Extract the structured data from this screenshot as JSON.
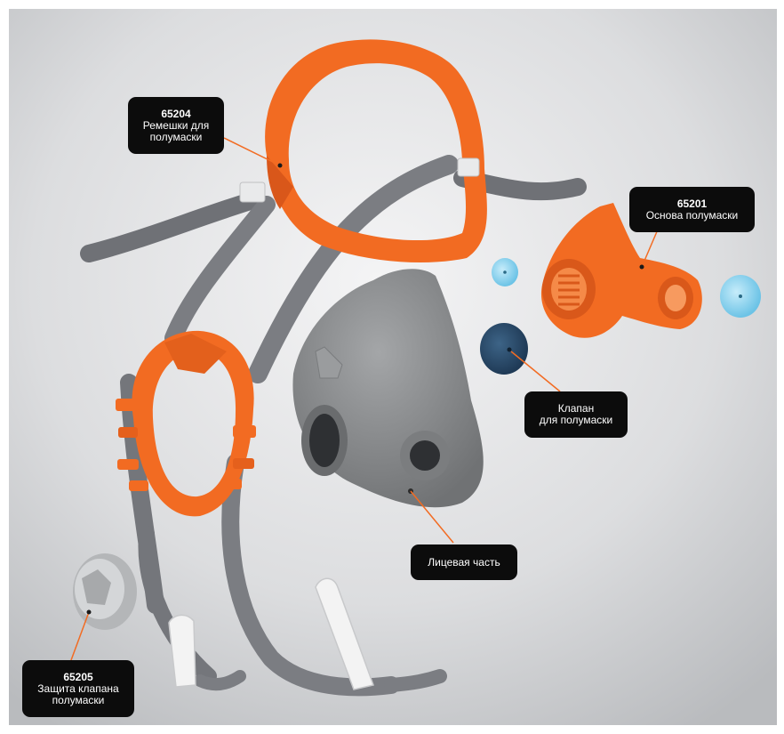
{
  "labels": {
    "straps": {
      "code": "65204",
      "line1": "Ремешки для",
      "line2": "полумаски"
    },
    "base": {
      "code": "65201",
      "line1": "Основа полумаски"
    },
    "valve": {
      "line1": "Клапан",
      "line2": "для полумаски"
    },
    "face": {
      "line1": "Лицевая часть"
    },
    "cover": {
      "code": "65205",
      "line1": "Защита клапана",
      "line2": "полумаски"
    }
  },
  "colors": {
    "orange": "#f26b22",
    "gray_strap": "#7d7f84",
    "mask_gray": "#8b8d8f",
    "label_bg": "#0c0c0c",
    "valve_dark": "#2b4b6b",
    "valve_light": "#8fd2ec"
  }
}
